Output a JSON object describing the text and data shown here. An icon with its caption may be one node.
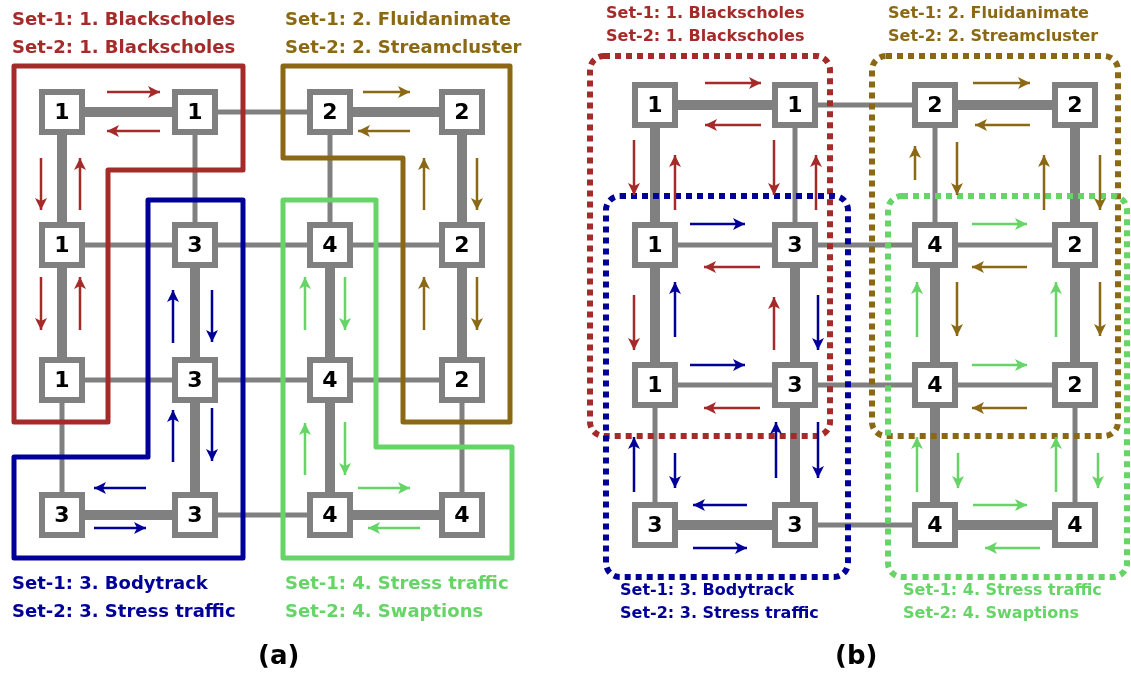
{
  "diagram": {
    "nodes": [
      {
        "text": [
          "Set-1: 1. Blackscholes",
          "Set-2: 1. Blackscholes"
        ]
      },
      {
        "text": [
          "Set-1: 2. Fluidanimate",
          "Set-2: 2. Streamcluster"
        ]
      },
      {
        "text": [
          "Set-1: 3. Bodytrack",
          "Set-2: 3. Stress traffic"
        ]
      },
      {
        "text": [
          "Set-1: 4. Stress traffic",
          "Set-2: 4. Swaptions"
        ]
      },
      {
        "text": [
          "1"
        ],
        "in": 0
      },
      {
        "text": [
          "1"
        ],
        "in": 0
      },
      {
        "text": [
          "2"
        ],
        "in": 1
      },
      {
        "text": [
          "2"
        ],
        "in": 1
      },
      {
        "text": [
          "1"
        ],
        "in": 0
      },
      {
        "text": [
          "3"
        ],
        "in": 2
      },
      {
        "text": [
          "4"
        ],
        "in": 3
      },
      {
        "text": [
          "2"
        ],
        "in": 1
      },
      {
        "text": [
          "1"
        ],
        "in": 0
      },
      {
        "text": [
          "3"
        ],
        "in": 2
      },
      {
        "text": [
          "4"
        ],
        "in": 3
      },
      {
        "text": [
          "2"
        ],
        "in": 1
      },
      {
        "text": [
          "3"
        ],
        "in": 2
      },
      {
        "text": [
          "3"
        ],
        "in": 2
      },
      {
        "text": [
          "4"
        ],
        "in": 3
      },
      {
        "text": [
          "4"
        ],
        "in": 3
      },
      {
        "text": [
          "Set-1: 1. Blackscholes",
          "Set-2: 1. Blackscholes"
        ]
      },
      {
        "text": [
          "Set-1: 2. Fluidanimate",
          "Set-2: 2. Streamcluster"
        ]
      },
      {
        "text": [
          "Set-1: 3. Bodytrack",
          "Set-2: 3. Stress traffic"
        ]
      },
      {
        "text": [
          "Set-1: 4. Stress traffic",
          "Set-2: 4. Swaptions"
        ]
      },
      {
        "text": [
          "1"
        ],
        "in": 20
      },
      {
        "text": [
          "1"
        ],
        "in": 20
      },
      {
        "text": [
          "2"
        ],
        "in": 21
      },
      {
        "text": [
          "2"
        ],
        "in": 21
      },
      {
        "text": [
          "1"
        ]
      },
      {
        "text": [
          "3"
        ]
      },
      {
        "text": [
          "4"
        ]
      },
      {
        "text": [
          "2"
        ]
      },
      {
        "text": [
          "1"
        ]
      },
      {
        "text": [
          "3"
        ]
      },
      {
        "text": [
          "4"
        ]
      },
      {
        "text": [
          "2"
        ]
      },
      {
        "text": [
          "3"
        ],
        "in": 22
      },
      {
        "text": [
          "3"
        ],
        "in": 22
      },
      {
        "text": [
          "4"
        ],
        "in": 23
      },
      {
        "text": [
          "4"
        ],
        "in": 23
      }
    ],
    "edges": [
      {
        "from": 4,
        "to": 5,
        "arrow": "none",
        "style": "thick"
      },
      {
        "from": 5,
        "to": 6,
        "arrow": "none"
      },
      {
        "from": 6,
        "to": 7,
        "arrow": "none",
        "style": "thick"
      },
      {
        "from": 8,
        "to": 9,
        "arrow": "none"
      },
      {
        "from": 9,
        "to": 10,
        "arrow": "none"
      },
      {
        "from": 10,
        "to": 11,
        "arrow": "none"
      },
      {
        "from": 12,
        "to": 13,
        "arrow": "none"
      },
      {
        "from": 13,
        "to": 14,
        "arrow": "none"
      },
      {
        "from": 14,
        "to": 15,
        "arrow": "none"
      },
      {
        "from": 16,
        "to": 17,
        "arrow": "none",
        "style": "thick"
      },
      {
        "from": 17,
        "to": 18,
        "arrow": "none"
      },
      {
        "from": 18,
        "to": 19,
        "arrow": "none",
        "style": "thick"
      },
      {
        "from": 4,
        "to": 8,
        "arrow": "none",
        "style": "thick"
      },
      {
        "from": 8,
        "to": 12,
        "arrow": "none",
        "style": "thick"
      },
      {
        "from": 12,
        "to": 16,
        "arrow": "none"
      },
      {
        "from": 5,
        "to": 9,
        "arrow": "none"
      },
      {
        "from": 9,
        "to": 13,
        "arrow": "none",
        "style": "thick"
      },
      {
        "from": 13,
        "to": 17,
        "arrow": "none",
        "style": "thick"
      },
      {
        "from": 6,
        "to": 10,
        "arrow": "none"
      },
      {
        "from": 10,
        "to": 14,
        "arrow": "none",
        "style": "thick"
      },
      {
        "from": 14,
        "to": 18,
        "arrow": "none",
        "style": "thick"
      },
      {
        "from": 7,
        "to": 11,
        "arrow": "none",
        "style": "thick"
      },
      {
        "from": 11,
        "to": 15,
        "arrow": "none",
        "style": "thick"
      },
      {
        "from": 15,
        "to": 19,
        "arrow": "none"
      },
      {
        "from": 24,
        "to": 25,
        "arrow": "none",
        "style": "thick"
      },
      {
        "from": 25,
        "to": 26,
        "arrow": "none"
      },
      {
        "from": 26,
        "to": 27,
        "arrow": "none",
        "style": "thick"
      },
      {
        "from": 28,
        "to": 29,
        "arrow": "none"
      },
      {
        "from": 29,
        "to": 30,
        "arrow": "none"
      },
      {
        "from": 30,
        "to": 31,
        "arrow": "none"
      },
      {
        "from": 32,
        "to": 33,
        "arrow": "none"
      },
      {
        "from": 33,
        "to": 34,
        "arrow": "none"
      },
      {
        "from": 34,
        "to": 35,
        "arrow": "none"
      },
      {
        "from": 36,
        "to": 37,
        "arrow": "none",
        "style": "thick"
      },
      {
        "from": 37,
        "to": 38,
        "arrow": "none"
      },
      {
        "from": 38,
        "to": 39,
        "arrow": "none",
        "style": "thick"
      },
      {
        "from": 24,
        "to": 28,
        "arrow": "none",
        "style": "thick"
      },
      {
        "from": 28,
        "to": 32,
        "arrow": "none",
        "style": "thick"
      },
      {
        "from": 32,
        "to": 36,
        "arrow": "none"
      },
      {
        "from": 25,
        "to": 29,
        "arrow": "none"
      },
      {
        "from": 29,
        "to": 33,
        "arrow": "none",
        "style": "thick"
      },
      {
        "from": 33,
        "to": 37,
        "arrow": "none",
        "style": "thick"
      },
      {
        "from": 26,
        "to": 30,
        "arrow": "none"
      },
      {
        "from": 30,
        "to": 34,
        "arrow": "none",
        "style": "thick"
      },
      {
        "from": 34,
        "to": 38,
        "arrow": "none",
        "style": "thick"
      },
      {
        "from": 27,
        "to": 31,
        "arrow": "none",
        "style": "thick"
      },
      {
        "from": 31,
        "to": 35,
        "arrow": "none",
        "style": "thick"
      },
      {
        "from": 35,
        "to": 39,
        "arrow": "none"
      }
    ],
    "labels": [
      "(a)",
      "(b)"
    ]
  }
}
